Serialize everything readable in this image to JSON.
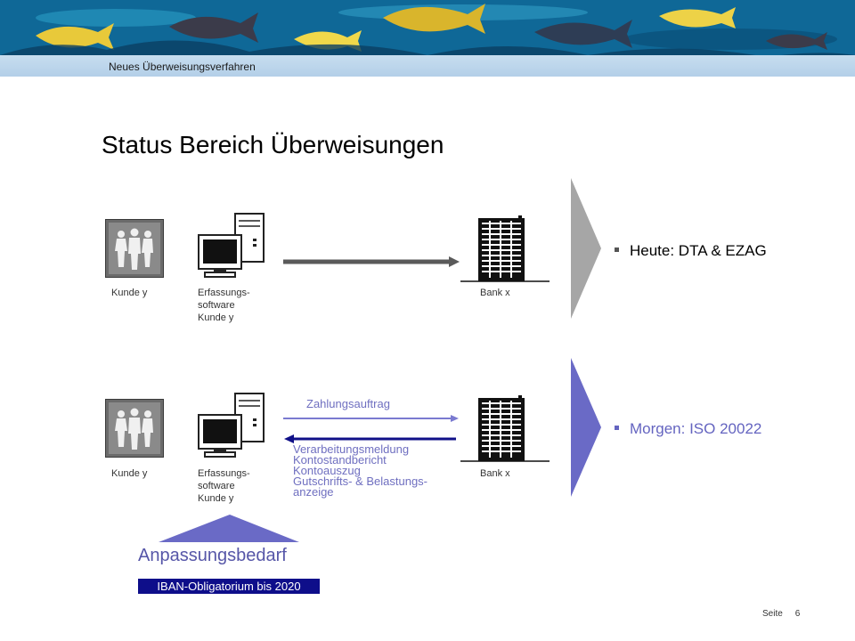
{
  "header": {
    "subtitle": "Neues Überweisungsverfahren"
  },
  "title": "Status Bereich Überweisungen",
  "today": {
    "customer_label": "Kunde y",
    "software_label": [
      "Erfassungs-",
      "software",
      "Kunde y"
    ],
    "bank_label": "Bank x",
    "bullet": "Heute: DTA & EZAG",
    "chevron_color": "#a6a6a6"
  },
  "tomorrow": {
    "customer_label": "Kunde y",
    "software_label": [
      "Erfassungs-",
      "software",
      "Kunde y"
    ],
    "bank_label": "Bank x",
    "upper_message": "Zahlungsauftrag",
    "lower_messages": [
      "Verarbeitungsmeldung",
      "Kontostandbericht",
      "Kontoauszug",
      "Gutschrifts- & Belastungs-",
      "anzeige"
    ],
    "bullet": "Morgen: ISO 20022",
    "bullet_color": "#6464c0",
    "chevron_color": "#6a6ac6"
  },
  "adaptation": {
    "label": "Anpassungsbedarf",
    "note": "IBAN-Obligatorium bis 2020"
  },
  "footer": {
    "page_label": "Seite",
    "page_number": "6"
  },
  "icons": [
    "people-icon",
    "computer-icon",
    "bank-building-icon"
  ]
}
